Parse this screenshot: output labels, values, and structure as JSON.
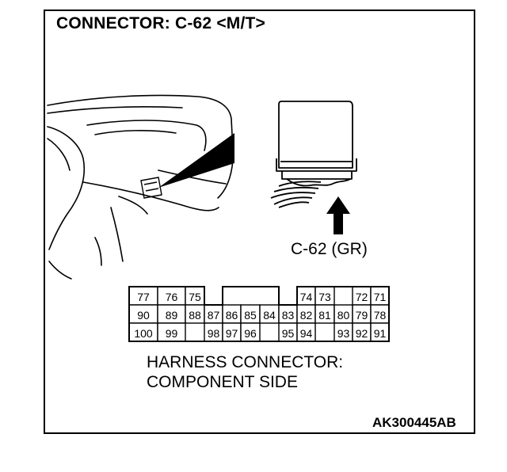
{
  "title": "CONNECTOR: C-62 <M/T>",
  "connector_label": "C-62 (GR)",
  "harness_line1": "HARNESS CONNECTOR:",
  "harness_line2": "COMPONENT SIDE",
  "figure_id": "AK300445AB",
  "pins": {
    "row1": [
      "77",
      "76",
      "75",
      "74",
      "73",
      "72",
      "71"
    ],
    "row2": [
      "90",
      "89",
      "88",
      "87",
      "86",
      "85",
      "84",
      "83",
      "82",
      "81",
      "80",
      "79",
      "78"
    ],
    "row3": [
      "100",
      "99",
      "98",
      "97",
      "96",
      "95",
      "94",
      "93",
      "92",
      "91"
    ]
  }
}
